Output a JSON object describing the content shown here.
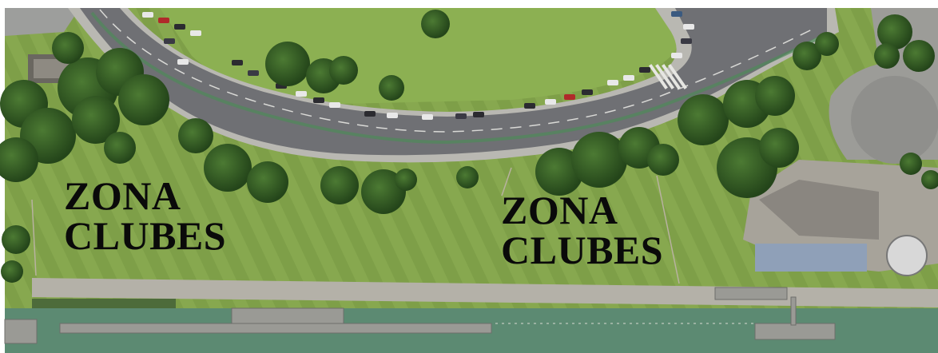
{
  "map": {
    "labels": [
      {
        "line1": "ZONA",
        "line2": "CLUBES"
      },
      {
        "line1": "ZONA",
        "line2": "CLUBES"
      }
    ]
  },
  "colors": {
    "grass_light": "#8fae55",
    "grass_dark": "#6f9a3f",
    "tree": "#2f5a22",
    "road": "#6e6f73",
    "sidewalk": "#b8b8b2",
    "water": "#5c8a72",
    "dock": "#9a9a95",
    "label": "#0a0a0a"
  }
}
